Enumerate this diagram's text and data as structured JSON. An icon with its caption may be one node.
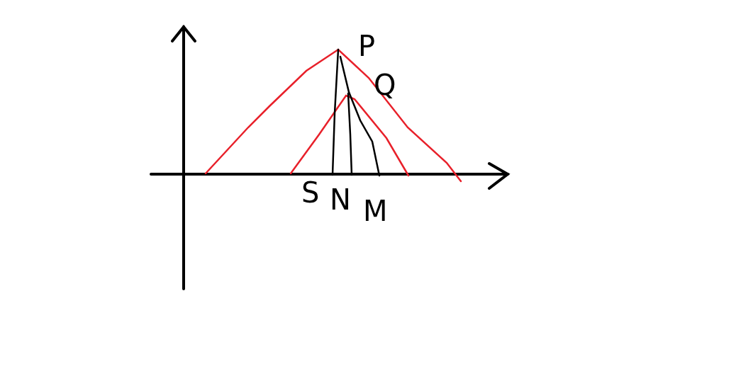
{
  "diagram": {
    "labels": [
      "P",
      "Q",
      "S",
      "N",
      "M"
    ]
  }
}
